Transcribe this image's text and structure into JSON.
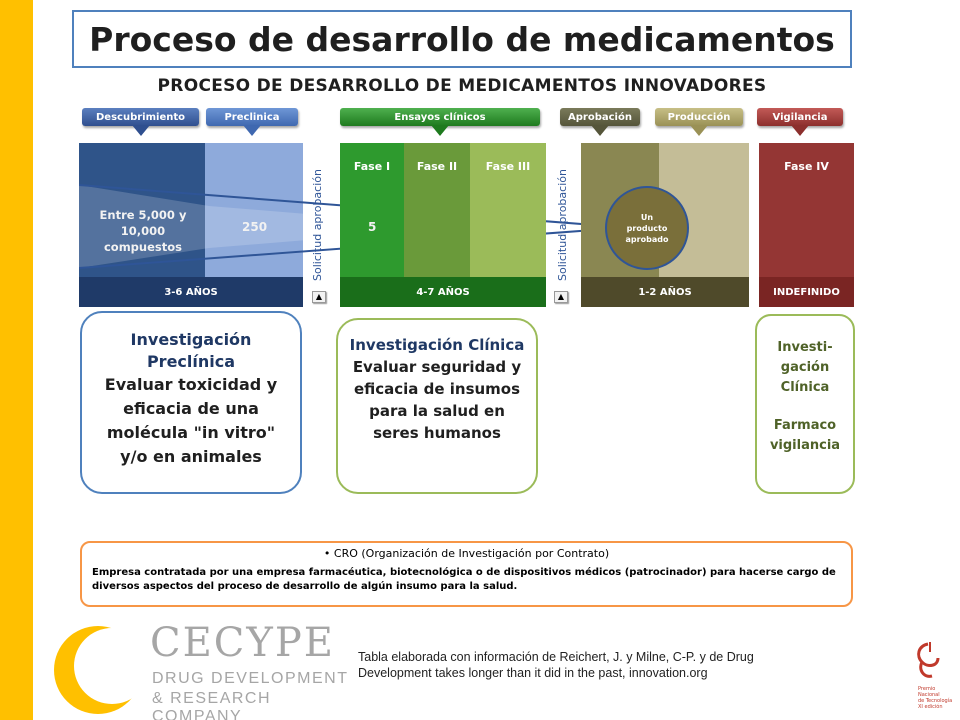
{
  "title": "Proceso de desarrollo de medicamentos",
  "subtitle": "PROCESO DE DESARROLLO DE MEDICAMENTOS INNOVADORES",
  "stages": {
    "descubrimiento": "Descubrimiento",
    "preclinica": "Preclinica",
    "ensayos": "Ensayos clínicos",
    "aprobacion": "Aprobación",
    "produccion": "Producción",
    "vigilancia": "Vigilancia"
  },
  "phases": {
    "fase1": "Fase I",
    "fase2": "Fase II",
    "fase3": "Fase III",
    "fase4": "Fase IV"
  },
  "counts": {
    "compuestos": "Entre 5,000 y 10,000 compuestos",
    "preclinica": "250",
    "clinicos": "5",
    "aprobado": "Un producto aprobado"
  },
  "durations": {
    "d1": "3-6 AÑOS",
    "d2": "4-7 AÑOS",
    "d3": "1-2 AÑOS",
    "d4": "INDEFINIDO"
  },
  "solicitud": "Solicitud aprobación",
  "boxes": {
    "preclinica_title": "Investigación Preclínica",
    "preclinica_body": "Evaluar toxicidad y eficacia de una molécula \"in vitro\" y/o en animales",
    "clinica_title": "Investigación Clínica",
    "clinica_body": "Evaluar seguridad y eficacia de insumos para la salud en seres humanos",
    "vig_title": "Investi-gación Clínica",
    "vig_body": "Farmaco vigilancia"
  },
  "cro": {
    "heading": "CRO (Organización de Investigación por Contrato)",
    "body": "Empresa contratada por una empresa farmacéutica, biotecnológica o de dispositivos médicos (patrocinador) para hacerse cargo de diversos aspectos del proceso de desarrollo de algún insumo para la salud."
  },
  "logo": {
    "name": "CECYPE",
    "line1": "DRUG DEVELOPMENT",
    "line2": "& RESEARCH COMPANY"
  },
  "credit": "Tabla elaborada con información de Reichert, J. y Milne, C-P. y de Drug Development takes longer than it did in the past, innovation.org",
  "seal": {
    "line1": "Premio",
    "line2": "Nacional",
    "line3": "de Tecnología",
    "line4": "XI edición"
  },
  "colors": {
    "accent_yellow": "#ffc000",
    "dark_blue": "#2a4a7a",
    "light_blue": "#8eaadb",
    "green_dark": "#2e9a2e",
    "green_mid": "#6a9a3a",
    "green_light": "#9bbb59",
    "olive_dark": "#7f7f3f",
    "olive_light": "#c4bd97",
    "red": "#943634",
    "orange": "#f79646"
  }
}
